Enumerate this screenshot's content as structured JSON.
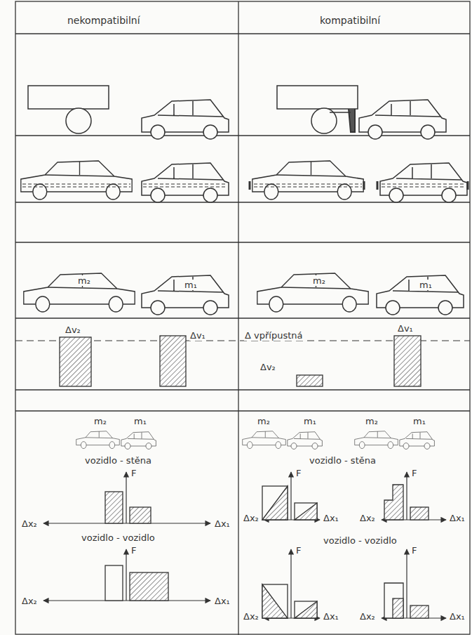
{
  "diagram": {
    "labels": [
      "nekompatibilní",
      "kompatibilní",
      "m₂",
      "m₁",
      "m₂",
      "m₁",
      "Δv₂",
      "Δv₁",
      "Δ vpřípustná",
      "Δv₂",
      "Δv₁",
      "m₂",
      "m₁",
      "vozidlo - stěna",
      "F",
      "Δx₂",
      "Δx₁",
      "vozidlo - vozidlo",
      "F",
      "Δx₂",
      "Δx₁",
      "m₂",
      "m₁",
      "m₂",
      "m₁",
      "vozidlo - stěna",
      "F",
      "F",
      "Δx₂",
      "Δx₁",
      "Δx₂",
      "Δx₁",
      "vozidlo - vozidlo",
      "F",
      "F",
      "Δx₂",
      "Δx₁",
      "Δx₂",
      "Δx₁"
    ]
  }
}
